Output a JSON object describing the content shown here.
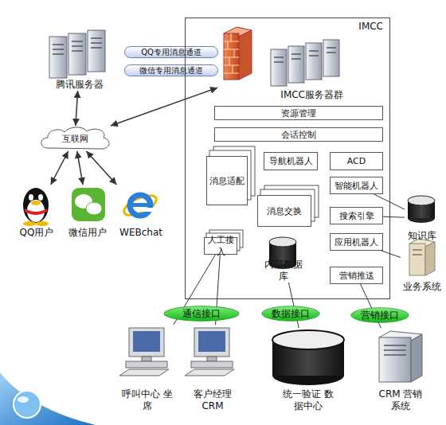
{
  "diagram": {
    "nodes": [
      {
        "text": [
          "腾讯服务器"
        ]
      },
      {
        "text": [
          "QQ专用消息通道"
        ]
      },
      {
        "text": [
          "微信专用消息通道"
        ]
      },
      {
        "text": [
          "IMCC"
        ]
      },
      {
        "text": [
          "IMCC服务器群"
        ],
        "in": 3
      },
      {
        "text": [
          "资源管理"
        ],
        "in": 3
      },
      {
        "text": [
          "会话控制"
        ],
        "in": 3
      },
      {
        "text": [
          "消息适配"
        ],
        "in": 3
      },
      {
        "text": [
          "导航机器人"
        ],
        "in": 3
      },
      {
        "text": [
          "ACD"
        ],
        "in": 3
      },
      {
        "text": [
          "消息交换"
        ],
        "in": 3
      },
      {
        "text": [
          "智能机器人"
        ],
        "in": 3
      },
      {
        "text": [
          "搜索引擎"
        ],
        "in": 3
      },
      {
        "text": [
          "人工接入"
        ],
        "in": 3
      },
      {
        "text": [
          "内部数据库"
        ],
        "in": 3
      },
      {
        "text": [
          "应用机器人"
        ],
        "in": 3
      },
      {
        "text": [
          "营销推送"
        ],
        "in": 3
      },
      {
        "text": [
          "知识库"
        ]
      },
      {
        "text": [
          "业务系统"
        ]
      },
      {
        "text": [
          "互联网"
        ]
      },
      {
        "text": [
          "QQ用户"
        ]
      },
      {
        "text": [
          "微信用户"
        ]
      },
      {
        "text": [
          "WEBchat"
        ]
      },
      {
        "text": [
          "通信接口"
        ]
      },
      {
        "text": [
          "数据接口"
        ]
      },
      {
        "text": [
          "营销接口"
        ]
      },
      {
        "text": [
          "呼叫中心 坐席"
        ]
      },
      {
        "text": [
          "客户经理 CRM"
        ]
      },
      {
        "text": [
          "统一验证 数据中心"
        ]
      },
      {
        "text": [
          "CRM 营销系统"
        ]
      }
    ],
    "edges": [
      {
        "from": 0,
        "to": 19,
        "arrow": "both"
      },
      {
        "from": 19,
        "to": 4,
        "arrow": "both"
      },
      {
        "from": 19,
        "to": 20,
        "arrow": "both"
      },
      {
        "from": 19,
        "to": 21,
        "arrow": "both"
      },
      {
        "from": 19,
        "to": 22,
        "arrow": "both"
      },
      {
        "from": 11,
        "to": 17,
        "arrow": "none"
      },
      {
        "from": 12,
        "to": 17,
        "arrow": "none"
      },
      {
        "from": 15,
        "to": 18,
        "arrow": "none"
      },
      {
        "from": 13,
        "to": 26,
        "arrow": "none"
      },
      {
        "from": 13,
        "to": 27,
        "arrow": "none"
      },
      {
        "from": 14,
        "to": 28,
        "arrow": "none"
      },
      {
        "from": 16,
        "to": 29,
        "arrow": "none"
      }
    ]
  }
}
